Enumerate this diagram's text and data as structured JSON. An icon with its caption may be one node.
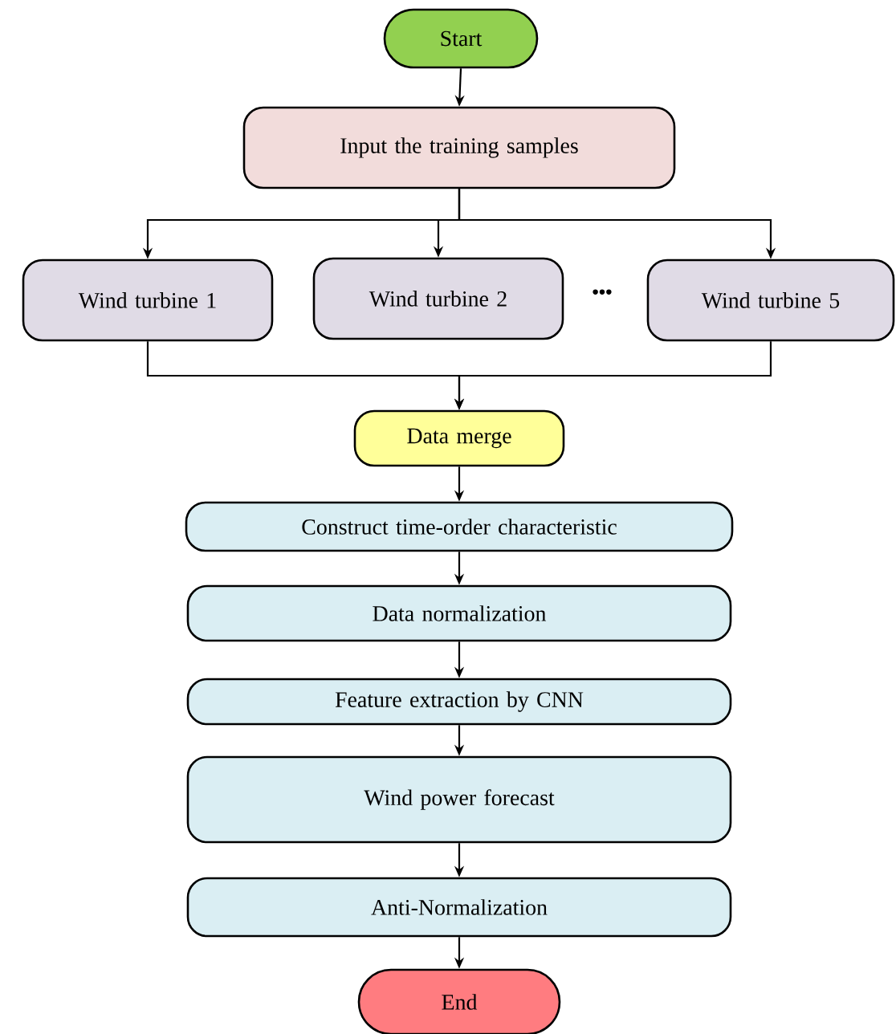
{
  "diagram": {
    "nodes": [
      {
        "text": [
          "Start"
        ]
      },
      {
        "text": [
          "Input the training samples"
        ]
      },
      {
        "text": [
          "Wind turbine 1"
        ]
      },
      {
        "text": [
          "Wind turbine 2"
        ]
      },
      {
        "text": [
          "Wind turbine 5"
        ]
      },
      {
        "text": [
          "Data merge"
        ]
      },
      {
        "text": [
          "Construct time-order characteristic"
        ]
      },
      {
        "text": [
          "Data normalization"
        ]
      },
      {
        "text": [
          "Feature extraction by CNN"
        ]
      },
      {
        "text": [
          "Wind power forecast"
        ]
      },
      {
        "text": [
          "Anti-Normalization"
        ]
      },
      {
        "text": [
          "End"
        ]
      }
    ],
    "edges": [
      {
        "from": 0,
        "to": 1,
        "arrow": "to"
      },
      {
        "from": 1,
        "to": 2,
        "arrow": "to"
      },
      {
        "from": 1,
        "to": 3,
        "arrow": "to"
      },
      {
        "from": 1,
        "to": 4,
        "arrow": "to"
      },
      {
        "from": 2,
        "to": 5,
        "arrow": "to"
      },
      {
        "from": 4,
        "to": 5,
        "arrow": "to"
      },
      {
        "from": 5,
        "to": 6,
        "arrow": "to"
      },
      {
        "from": 6,
        "to": 7,
        "arrow": "to"
      },
      {
        "from": 7,
        "to": 8,
        "arrow": "to"
      },
      {
        "from": 8,
        "to": 9,
        "arrow": "to"
      },
      {
        "from": 9,
        "to": 10,
        "arrow": "to"
      },
      {
        "from": 10,
        "to": 11,
        "arrow": "to"
      }
    ],
    "labels": [
      "•••"
    ]
  }
}
